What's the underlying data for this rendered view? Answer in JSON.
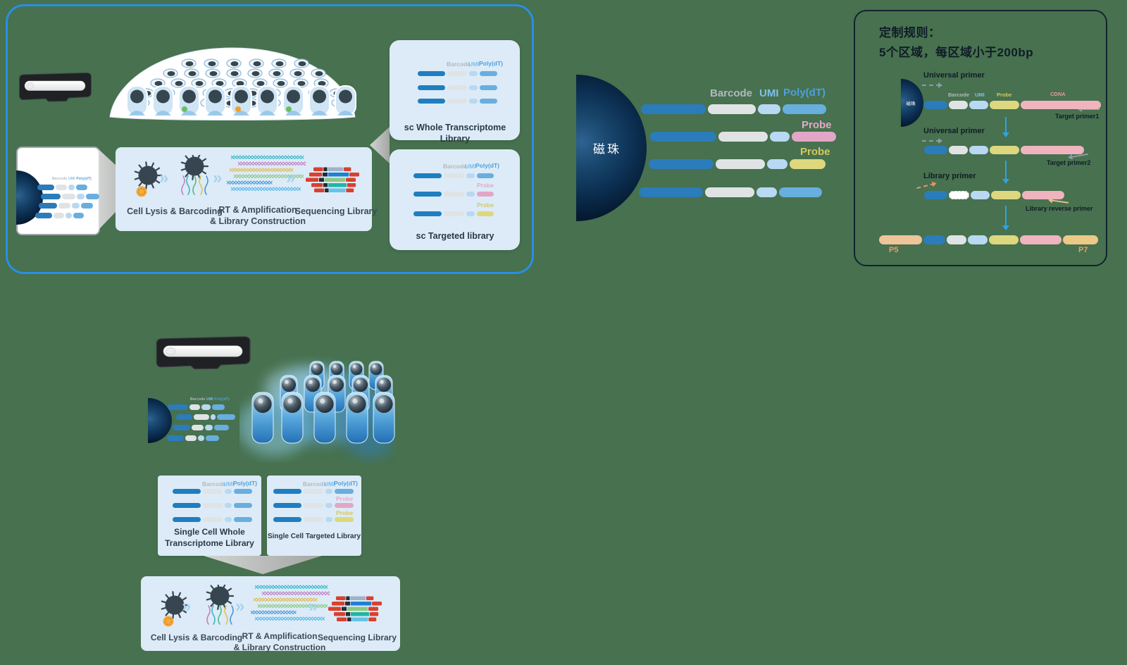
{
  "palette": {
    "background": "#47714f",
    "panel_border_blue": "#2a8fe3",
    "panel_bg": "#dcebf7",
    "rules_border": "#15232c",
    "seg_blue": "#2b7cba",
    "seg_blue_bright": "#1f7ec0",
    "seg_gray": "#e0e3e4",
    "seg_lightblue": "#b9d8f2",
    "seg_medblue": "#68aede",
    "seg_pink": "#e2a7c7",
    "seg_yellow": "#ddd77f",
    "seg_cdna_pink": "#efb4bd",
    "seg_p5": "#eec49a",
    "seg_p7": "#ecc987",
    "label_gray": "#b3b9bd",
    "label_umi": "#7fc0ec",
    "label_polydt": "#4da0dc",
    "label_probe_pink": "#e5a9c9",
    "label_probe_yellow": "#d5c95c",
    "label_cdna": "#e898a8",
    "label_p_orange": "#ef9d62",
    "arrow_blue": "#2ca3e8",
    "text_dark": "#3b4a55",
    "title_dark": "#101c26",
    "red_bar": "#d9402e"
  },
  "icons": {
    "chevron": "»"
  },
  "labels": {
    "barcode": "Barcode",
    "umi": "UMI",
    "polydt": "Poly(dT)",
    "probe": "Probe"
  },
  "workflow": {
    "step1": "Cell Lysis & Barcoding",
    "step2_line1": "RT & Amplification",
    "step2_line2": "& Library Construction",
    "step3": "Sequencing Library"
  },
  "top_panel": {
    "card_wtl_title": "sc Whole Transcriptome Library",
    "card_targeted_title": "sc Targeted library"
  },
  "bead_section": {
    "bead_label": "磁珠"
  },
  "rules_panel": {
    "title_line1": "定制规则：",
    "title_line2": "5个区域，每区域小于200bp",
    "bead_label": "磁珠",
    "universal_primer": "Universal primer",
    "library_primer": "Library primer",
    "target_primer1": "Target primer1",
    "target_primer2": "Target primer2",
    "library_reverse_primer": "Library reverse primer",
    "cdna": "CDNA",
    "p5": "P5",
    "p7": "P7"
  },
  "bottom_panel": {
    "card_wtl_line1": "Single Cell Whole",
    "card_wtl_line2": "Transcriptome Library",
    "card_targeted_title": "Single Cell Targeted Library"
  }
}
